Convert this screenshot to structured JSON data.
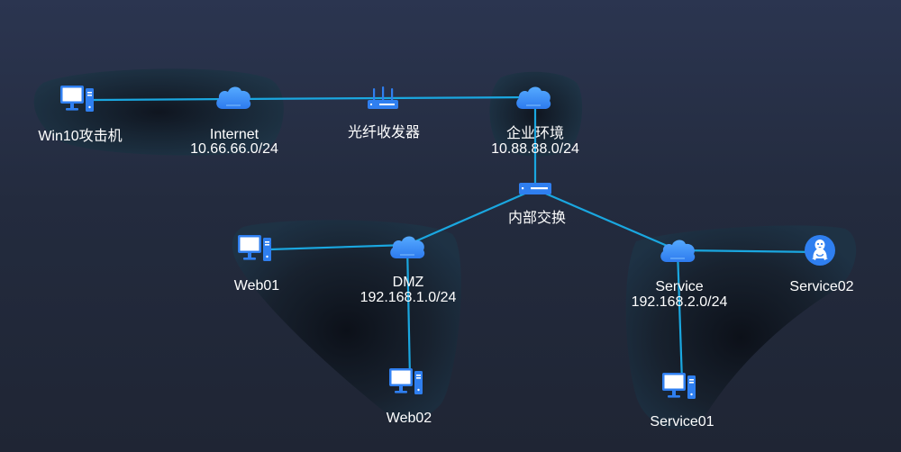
{
  "colors": {
    "link": "#1aa7e0",
    "icon_blue": "#2f86f4",
    "icon_light": "#4aa4ff",
    "label": "#ffffff"
  },
  "nodes": {
    "win10": {
      "label": "Win10攻击机",
      "icon": "desktop-computer-icon"
    },
    "internet": {
      "label": "Internet",
      "subnet": "10.66.66.0/24",
      "icon": "cloud-icon"
    },
    "transceiver": {
      "label": "光纤收发器",
      "icon": "router-icon"
    },
    "enterprise": {
      "label": "企业环境",
      "subnet": "10.88.88.0/24",
      "icon": "cloud-icon"
    },
    "switch": {
      "label": "内部交换",
      "icon": "switch-icon"
    },
    "dmz": {
      "label": "DMZ",
      "subnet": "192.168.1.0/24",
      "icon": "cloud-icon"
    },
    "web01": {
      "label": "Web01",
      "icon": "desktop-computer-icon"
    },
    "web02": {
      "label": "Web02",
      "icon": "desktop-computer-icon"
    },
    "service": {
      "label": "Service",
      "subnet": "192.168.2.0/24",
      "icon": "cloud-icon"
    },
    "service01": {
      "label": "Service01",
      "icon": "desktop-computer-icon"
    },
    "service02": {
      "label": "Service02",
      "icon": "linux-penguin-icon"
    }
  },
  "links": [
    [
      "win10",
      "internet"
    ],
    [
      "internet",
      "transceiver"
    ],
    [
      "transceiver",
      "enterprise"
    ],
    [
      "enterprise",
      "switch"
    ],
    [
      "switch",
      "dmz"
    ],
    [
      "switch",
      "service"
    ],
    [
      "dmz",
      "web01"
    ],
    [
      "dmz",
      "web02"
    ],
    [
      "service",
      "service01"
    ],
    [
      "service",
      "service02"
    ]
  ]
}
